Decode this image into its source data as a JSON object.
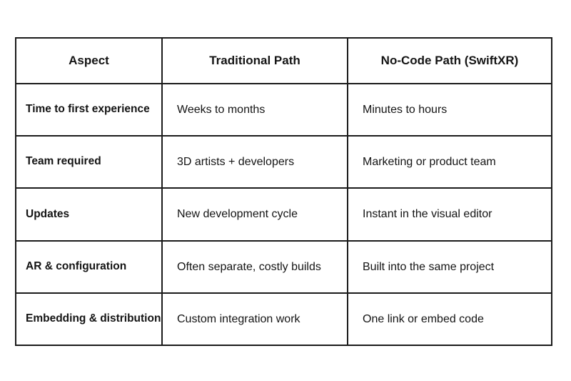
{
  "table": {
    "headers": [
      "Aspect",
      "Traditional Path",
      "No-Code Path (SwiftXR)"
    ],
    "rows": [
      {
        "aspect": "Time to first experience",
        "traditional": "Weeks to months",
        "nocode": "Minutes to hours"
      },
      {
        "aspect": "Team required",
        "traditional": "3D artists + developers",
        "nocode": "Marketing or product team"
      },
      {
        "aspect": "Updates",
        "traditional": "New development cycle",
        "nocode": "Instant in the visual editor"
      },
      {
        "aspect": "AR & configuration",
        "traditional": "Often separate, costly builds",
        "nocode": "Built into the same project"
      },
      {
        "aspect": "Embedding & distribution",
        "traditional": "Custom integration work",
        "nocode": "One link or embed code"
      }
    ]
  }
}
